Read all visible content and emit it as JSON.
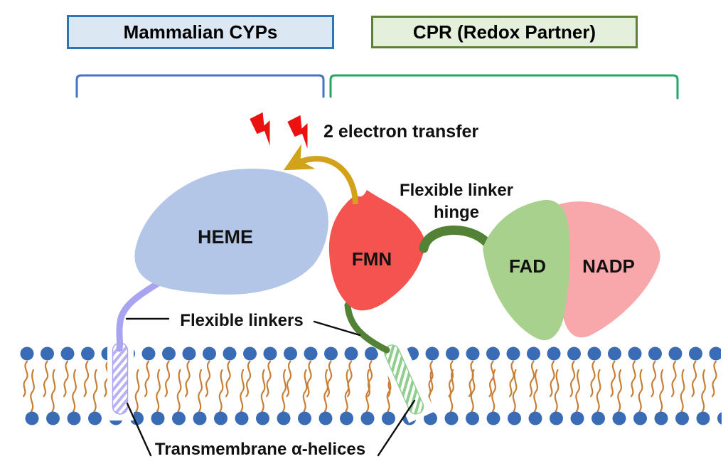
{
  "header": {
    "cyp_box": "Mammalian CYPs",
    "cpr_box": "CPR (Redox Partner)"
  },
  "labels": {
    "electron_transfer": "2 electron transfer",
    "linker_hinge": "Flexible linker hinge",
    "flexible_linkers": "Flexible linkers",
    "transmembrane": "Transmembrane α-helices",
    "heme": "HEME",
    "fmn": "FMN",
    "fad": "FAD",
    "nadp": "NADP"
  },
  "colors": {
    "cyp_box_fill": "#dbe7f3",
    "cyp_box_border": "#2e74b5",
    "cpr_box_fill": "#e4f0dc",
    "cpr_box_border": "#5f8038",
    "bracket_blue": "#4472c4",
    "bracket_green": "#27a562",
    "bolt_red": "#ec1111",
    "arrow_gold": "#d2a21a",
    "heme_fill": "#b4c6e7",
    "fmn_fill": "#f4534f",
    "fad_fill": "#a9d18e",
    "nadp_fill": "#f8a8ab",
    "linker_green": "#538135",
    "linker_purple": "#a9a4f2",
    "helix_purple": "#b7b2f4",
    "helix_green": "#8fce8e",
    "head_blue": "#3a6bb5",
    "tail_orange": "#c87f35",
    "pointer_black": "#0d0d0d"
  }
}
